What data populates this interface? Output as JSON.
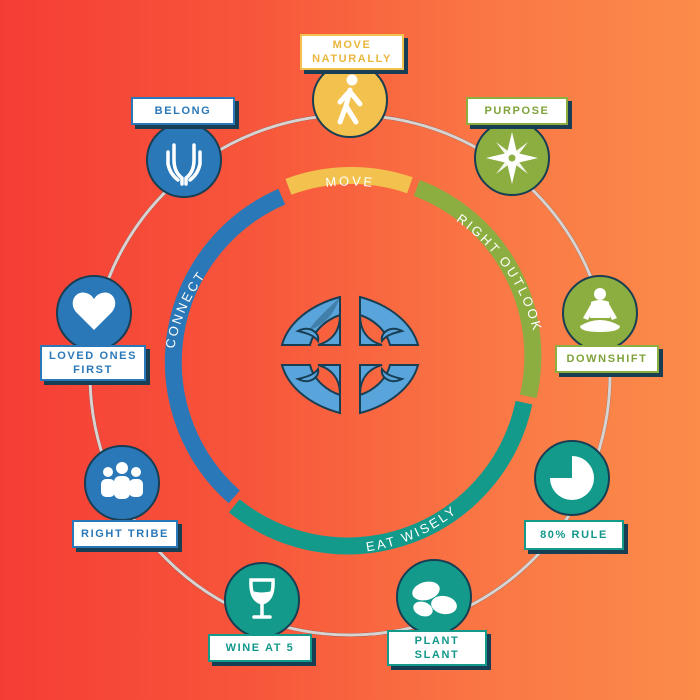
{
  "inner_ring": {
    "segments": [
      {
        "label": "MOVE",
        "color": "#f2c14e"
      },
      {
        "label": "RIGHT OUTLOOK",
        "color": "#8cad3f"
      },
      {
        "label": "EAT WISELY",
        "color": "#149a8a"
      },
      {
        "label": "CONNECT",
        "color": "#2a78b8"
      }
    ]
  },
  "outer_items": [
    {
      "label": "MOVE\nNATURALLY",
      "icon": "walking-person-icon",
      "color": "#f2c14e"
    },
    {
      "label": "PURPOSE",
      "icon": "compass-star-icon",
      "color": "#8cad3f"
    },
    {
      "label": "DOWNSHIFT",
      "icon": "meditation-icon",
      "color": "#8cad3f"
    },
    {
      "label": "80% RULE",
      "icon": "pie-chart-icon",
      "color": "#149a8a"
    },
    {
      "label": "PLANT\nSLANT",
      "icon": "beans-icon",
      "color": "#149a8a"
    },
    {
      "label": "WINE AT 5",
      "icon": "wine-glass-icon",
      "color": "#149a8a"
    },
    {
      "label": "RIGHT TRIBE",
      "icon": "group-people-icon",
      "color": "#2a78b8"
    },
    {
      "label": "LOVED ONES\nFIRST",
      "icon": "heart-icon",
      "color": "#2a78b8"
    },
    {
      "label": "BELONG",
      "icon": "raised-hands-icon",
      "color": "#2a78b8"
    }
  ],
  "center_icon": "blue-zones-logo-icon",
  "colors": {
    "background_left": "#f53d36",
    "background_right": "#fb8c4a",
    "outer_ring": "#d8d2d0",
    "label_shadow": "#173e53"
  }
}
